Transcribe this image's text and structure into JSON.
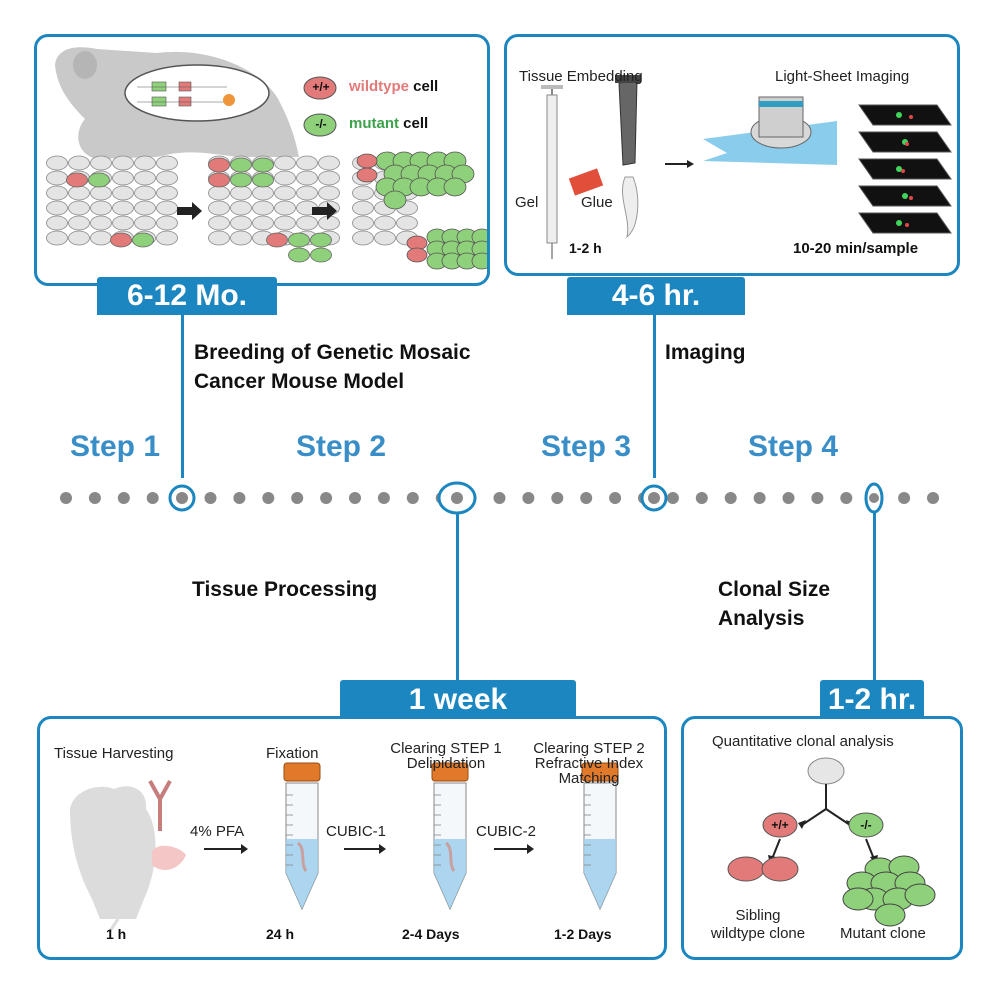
{
  "steps": [
    {
      "label": "Step 1",
      "title_lines": [
        "Breeding of Genetic Mosaic",
        "Cancer Mouse Model"
      ],
      "duration": "6-12 Mo."
    },
    {
      "label": "Step 2",
      "title_lines": [
        "Tissue Processing"
      ],
      "duration": "1 week"
    },
    {
      "label": "Step 3",
      "title_lines": [
        "Imaging"
      ],
      "duration": "4-6 hr."
    },
    {
      "label": "Step 4",
      "title_lines": [
        "Clonal Size",
        "Analysis"
      ],
      "duration": "1-2 hr."
    }
  ],
  "panel1": {
    "legend": [
      {
        "symbol": "+/+",
        "word": "wildtype",
        "suffix": " cell",
        "color": "#e37a7a"
      },
      {
        "symbol": "-/-",
        "word": "mutant",
        "suffix": " cell",
        "color": "#3ba34a"
      }
    ]
  },
  "panel3": {
    "embedding_title": "Tissue Embedding",
    "imaging_title": "Light-Sheet Imaging",
    "gel": "Gel",
    "glue": "Glue",
    "embed_time": "1-2 h",
    "image_time": "10-20 min/sample"
  },
  "panel2": {
    "stages": [
      {
        "title_lines": [
          "Tissue Harvesting"
        ],
        "time": "1 h"
      },
      {
        "title_lines": [
          "Fixation"
        ],
        "time": "24 h"
      },
      {
        "title_lines": [
          "Clearing STEP 1",
          "Delipidation"
        ],
        "time": "2-4 Days"
      },
      {
        "title_lines": [
          "Clearing STEP 2",
          "Refractive Index",
          "Matching"
        ],
        "time": "1-2 Days"
      }
    ],
    "arrows": [
      "4% PFA",
      "CUBIC-1",
      "CUBIC-2"
    ]
  },
  "panel4": {
    "title": "Quantitative clonal analysis",
    "wt_symbol": "+/+",
    "mut_symbol": "-/-",
    "wt_label_lines": [
      "Sibling",
      "wildtype clone"
    ],
    "mut_label": "Mutant clone"
  },
  "colors": {
    "accent": "#1b86bf",
    "step_text": "#3a8ec8",
    "wt": "#e37a7a",
    "mut": "#8fd07a",
    "dot": "#888888"
  }
}
